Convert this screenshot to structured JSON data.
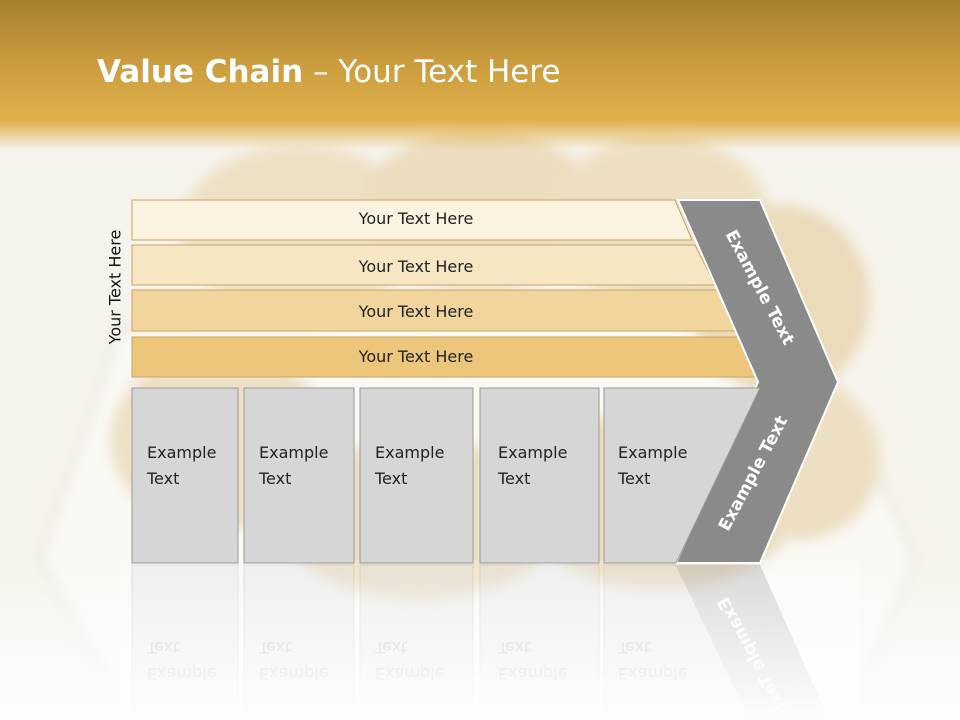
{
  "slide": {
    "title_bold": "Value Chain",
    "title_rest": " – Your Text Here",
    "side_label": "Your Text Here"
  },
  "bars": [
    {
      "label": "Your Text Here",
      "color": "#fbf2e0"
    },
    {
      "label": "Your Text Here",
      "color": "#f7e6c4"
    },
    {
      "label": "Your Text Here",
      "color": "#f1d59c"
    },
    {
      "label": "Your Text Here",
      "color": "#ecc67a"
    }
  ],
  "boxes": [
    {
      "line1": "Example",
      "line2": "Text"
    },
    {
      "line1": "Example",
      "line2": "Text"
    },
    {
      "line1": "Example",
      "line2": "Text"
    },
    {
      "line1": "Example",
      "line2": "Text"
    },
    {
      "line1": "Example",
      "line2": "Text"
    }
  ],
  "chevron": {
    "upper_text": "Example Text",
    "lower_text": "Example Text",
    "color": "#8a8a8a"
  },
  "colors": {
    "header": "#d8a843",
    "box_fill": "#d6d6d6",
    "box_border": "#9a9a9a"
  }
}
